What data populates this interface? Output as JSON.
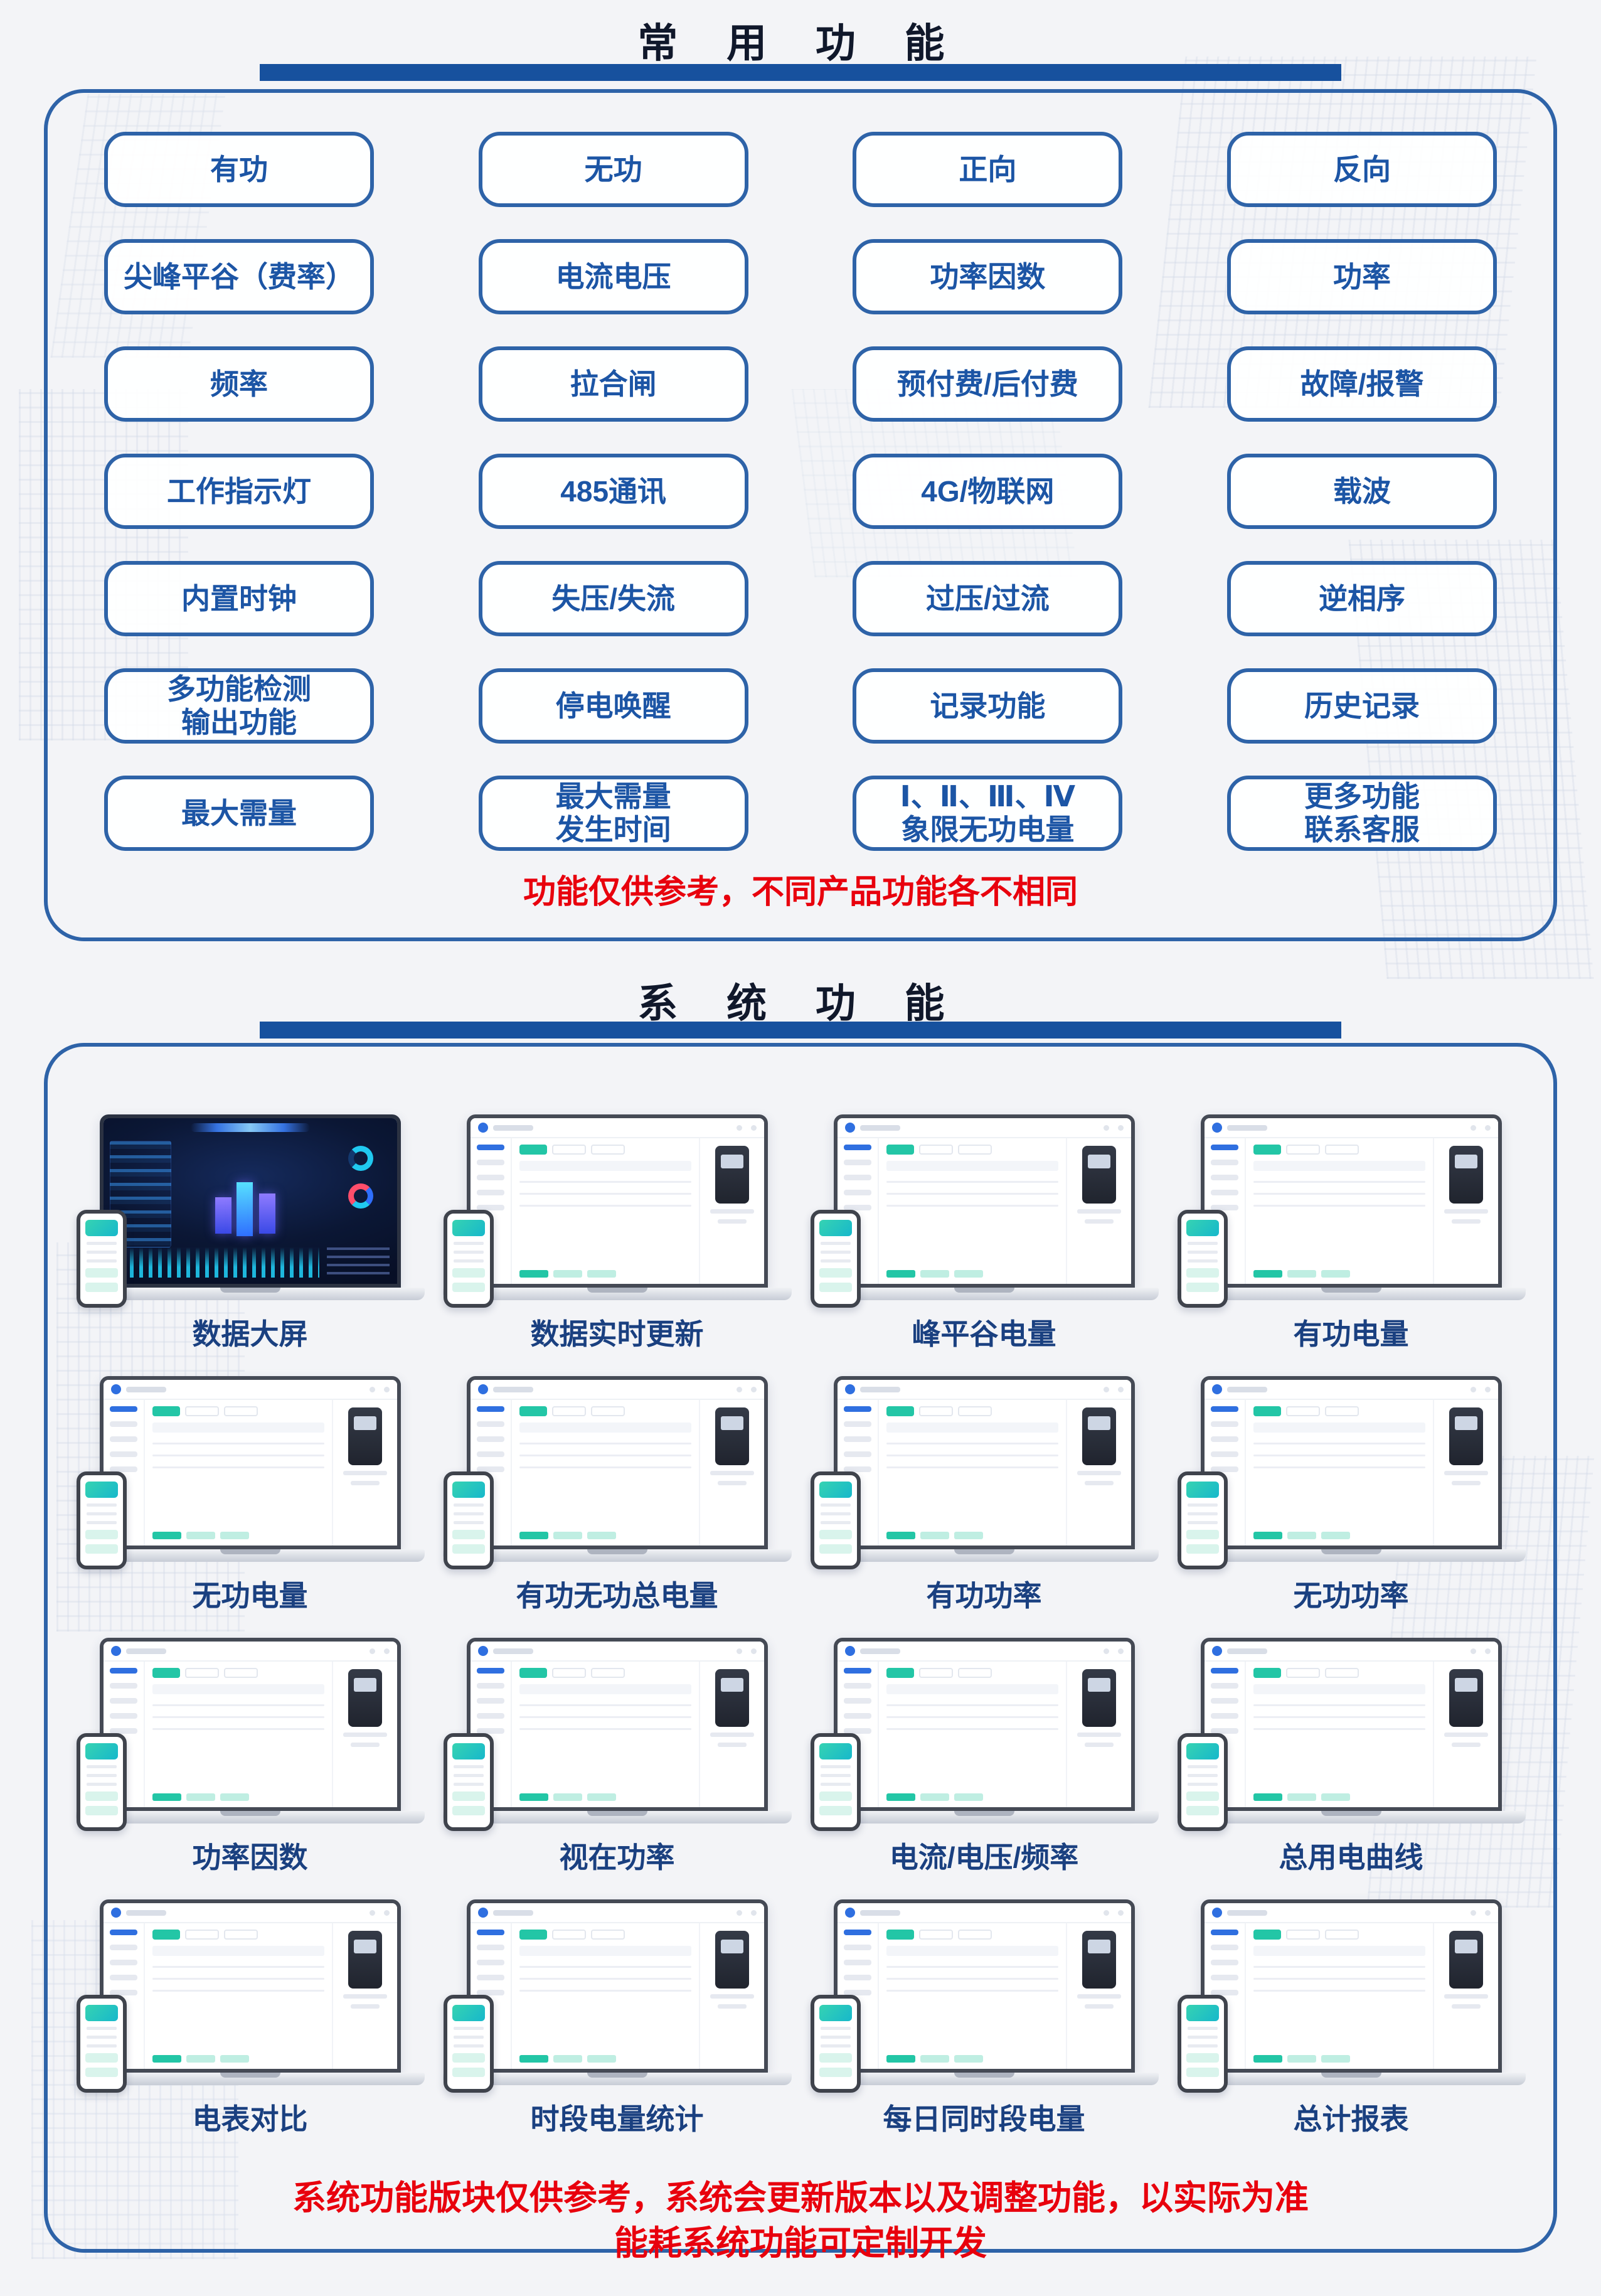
{
  "section1": {
    "title": "常 用 功 能",
    "buttons": [
      {
        "label": "有功"
      },
      {
        "label": "无功"
      },
      {
        "label": "正向"
      },
      {
        "label": "反向"
      },
      {
        "label": "尖峰平谷（费率）"
      },
      {
        "label": "电流电压"
      },
      {
        "label": "功率因数"
      },
      {
        "label": "功率"
      },
      {
        "label": "频率"
      },
      {
        "label": "拉合闸"
      },
      {
        "label": "预付费/后付费"
      },
      {
        "label": "故障/报警"
      },
      {
        "label": "工作指示灯"
      },
      {
        "label": "485通讯"
      },
      {
        "label": "4G/物联网"
      },
      {
        "label": "载波"
      },
      {
        "label": "内置时钟"
      },
      {
        "label": "失压/失流"
      },
      {
        "label": "过压/过流"
      },
      {
        "label": "逆相序"
      },
      {
        "label": "多功能检测\n输出功能"
      },
      {
        "label": "停电唤醒"
      },
      {
        "label": "记录功能"
      },
      {
        "label": "历史记录"
      },
      {
        "label": "最大需量"
      },
      {
        "label": "最大需量\n发生时间"
      },
      {
        "label": "Ⅰ、Ⅱ、Ⅲ、Ⅳ\n象限无功电量"
      },
      {
        "label": "更多功能\n联系客服"
      }
    ],
    "note": "功能仅供参考，不同产品功能各不相同"
  },
  "section2": {
    "title": "系 统 功 能",
    "items": [
      {
        "label": "数据大屏",
        "theme": "dark"
      },
      {
        "label": "数据实时更新",
        "theme": "light"
      },
      {
        "label": "峰平谷电量",
        "theme": "light"
      },
      {
        "label": "有功电量",
        "theme": "light"
      },
      {
        "label": "无功电量",
        "theme": "light"
      },
      {
        "label": "有功无功总电量",
        "theme": "light"
      },
      {
        "label": "有功功率",
        "theme": "light"
      },
      {
        "label": "无功功率",
        "theme": "light"
      },
      {
        "label": "功率因数",
        "theme": "light"
      },
      {
        "label": "视在功率",
        "theme": "light"
      },
      {
        "label": "电流/电压/频率",
        "theme": "light"
      },
      {
        "label": "总用电曲线",
        "theme": "light"
      },
      {
        "label": "电表对比",
        "theme": "light"
      },
      {
        "label": "时段电量统计",
        "theme": "light"
      },
      {
        "label": "每日同时段电量",
        "theme": "light"
      },
      {
        "label": "总计报表",
        "theme": "light"
      }
    ],
    "notes": [
      "系统功能版块仅供参考，系统会更新版本以及调整功能，以实际为准",
      "能耗系统功能可定制开发"
    ]
  },
  "colors": {
    "title_bar_blue": "#17519e",
    "button_border_blue": "#2e63a8",
    "button_text_blue": "#1c55a5",
    "label_blue": "#1a4080",
    "note_red": "#e8000d",
    "teal_accent": "#23c6a6"
  }
}
